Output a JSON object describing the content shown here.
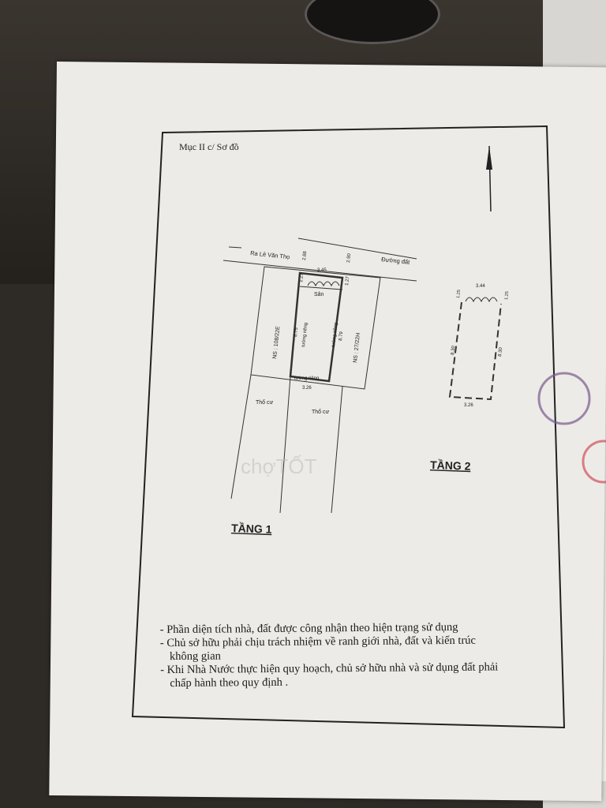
{
  "title": "Mục II c/ Sơ đồ",
  "plan1": {
    "road_left": "Ra Lê Văn Thọ",
    "road_right": "Đường đất",
    "dim_road_left": "2.88",
    "dim_road_right": "2.90",
    "dim_front": "3.45",
    "dim_side_left_top": "1.27",
    "dim_side_right_top": "1.27",
    "yard": "Sân",
    "neighbor_left": "NS : 108/22E",
    "neighbor_right": "NS : 27/22H",
    "dim_left": "8.75",
    "dim_right": "8.79",
    "wall_left": "tường riêng",
    "wall_right": "tường riêng",
    "wall_back": "tường riêng",
    "dim_back": "3.26",
    "land_left": "Thổ cư",
    "land_right": "Thổ cư",
    "label": "TẦNG 1"
  },
  "plan2": {
    "dim_front": "3.44",
    "dim_corner_left": "1.25",
    "dim_corner_right": "1.25",
    "dim_left": "8.30",
    "dim_right": "8.30",
    "dim_back": "3.26",
    "label": "TẦNG 2"
  },
  "watermark": "chợTỐT",
  "notes": [
    "- Phần diện tích nhà, đất được công nhận theo hiện trạng sử dụng",
    "- Chủ sở hữu phải chịu trách nhiệm về ranh giới nhà, đất và kiến trúc",
    "không gian",
    "- Khi Nhà Nước  thực hiện quy hoạch, chủ sở hữu nhà và sử dụng đất phải",
    "chấp hành theo quy định ."
  ]
}
